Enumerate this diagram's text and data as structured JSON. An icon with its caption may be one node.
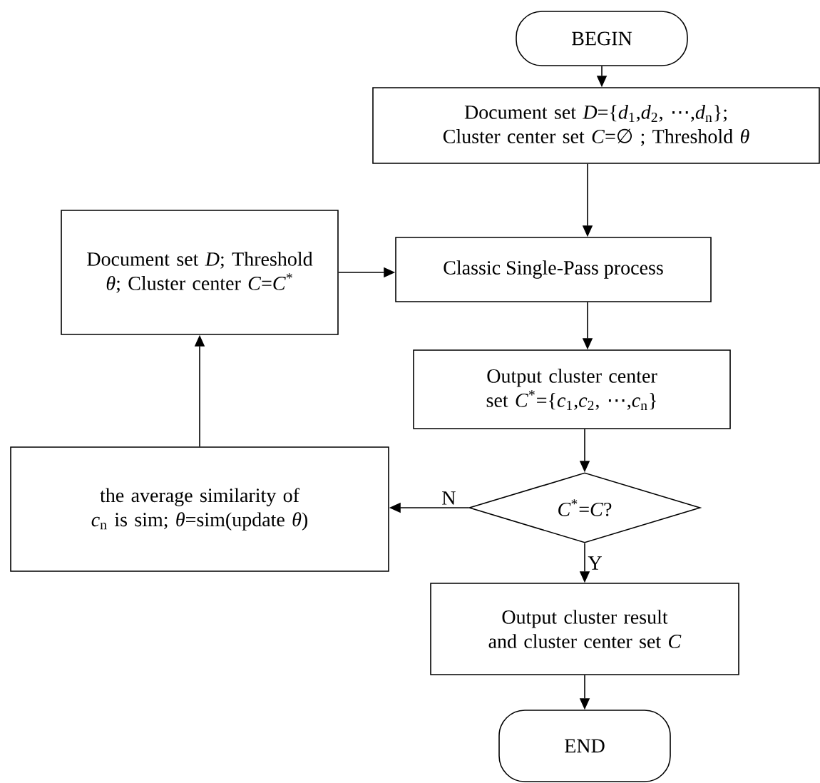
{
  "diagram": {
    "nodes": [
      {
        "text": [
          "BEGIN"
        ]
      },
      {
        "text": [
          "Document set *D*={*d*$_{1}$,*d*$_{2}$, ⋯,*d*$_{n}$}; Cluster center set *C*=∅ ; Threshold *θ*"
        ]
      },
      {
        "text": [
          "Document set *D*; Threshold *θ*; Cluster center *C*=*C*$^{*}$"
        ]
      },
      {
        "text": [
          "Classic Single-Pass process"
        ]
      },
      {
        "text": [
          "Output cluster center set *C*$^{*}$={*c*$_{1}$,*c*$_{2}$, ⋯,*c*$_{n}$}"
        ]
      },
      {
        "text": [
          "*C*$^{*}$=*C*?"
        ]
      },
      {
        "text": [
          "the average similarity of *c*$_{n}$ is sim; *θ*=sim(update *θ*)"
        ]
      },
      {
        "text": [
          "Output cluster result and cluster center set *C*"
        ]
      },
      {
        "text": [
          "END"
        ]
      }
    ],
    "edges": [
      {
        "from": 0,
        "to": 1,
        "arrow": "to"
      },
      {
        "from": 1,
        "to": 3,
        "arrow": "to"
      },
      {
        "from": 2,
        "to": 3,
        "arrow": "to"
      },
      {
        "from": 3,
        "to": 4,
        "arrow": "to"
      },
      {
        "from": 4,
        "to": 5,
        "arrow": "to"
      },
      {
        "from": 5,
        "to": 6,
        "arrow": "to",
        "label": "N"
      },
      {
        "from": 6,
        "to": 2,
        "arrow": "to"
      },
      {
        "from": 5,
        "to": 7,
        "arrow": "to",
        "label": "Y"
      },
      {
        "from": 7,
        "to": 8,
        "arrow": "to"
      }
    ]
  }
}
